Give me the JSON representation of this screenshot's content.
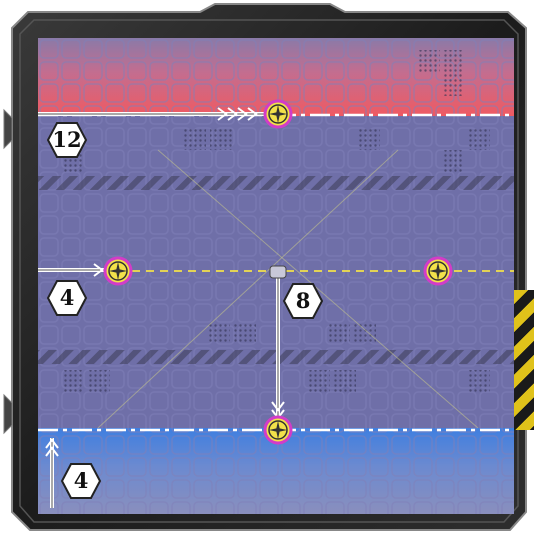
{
  "board": {
    "labels": {
      "top_left_counter": "12",
      "mid_left_counter": "4",
      "center_counter": "8",
      "bottom_left_counter": "4"
    },
    "colors": {
      "red_zone": "#ef5a62",
      "blue_zone": "#3f7fe0",
      "board_base": "#6f6fa8",
      "node_yellow": "#f2e14a",
      "node_ring": "#d23cc8",
      "hazard_yellow": "#e0c21a"
    },
    "icons": [
      "target-node-icon",
      "hexagon-counter-icon",
      "arrow-track-icon",
      "hazard-stripes-icon"
    ]
  }
}
